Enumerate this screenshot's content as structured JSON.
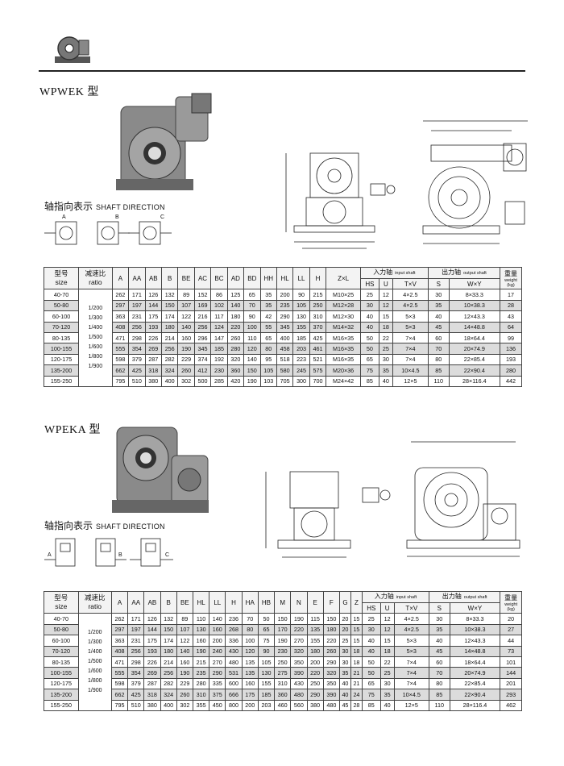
{
  "sections": [
    {
      "title": "WPWEK 型",
      "shaft_cn": "轴指向表示",
      "shaft_en": "SHAFT DIRECTION",
      "shaft_labels": [
        "A",
        "B",
        "C"
      ],
      "table": {
        "h": {
          "model": "型号",
          "size": "size",
          "ratio_cn": "减速比",
          "ratio_en": "ratio",
          "input": "入力轴",
          "input_en": "input shaft",
          "output": "出力轴",
          "output_en": "output shaft",
          "weight_cn": "重量",
          "weight_en": "weight",
          "weight_unit": "(kg)"
        },
        "dims": [
          "A",
          "AA",
          "AB",
          "B",
          "BE",
          "AC",
          "BC",
          "AD",
          "BD",
          "HH",
          "HL",
          "LL",
          "H",
          "Z×L"
        ],
        "in_cols": [
          "HS",
          "U",
          "T×V"
        ],
        "out_cols": [
          "S",
          "W×Y"
        ],
        "ratios": [
          "1/200",
          "1/300",
          "1/400",
          "1/500",
          "1/600",
          "1/800",
          "1/900"
        ],
        "rows": [
          [
            "40-70",
            "262",
            "171",
            "126",
            "132",
            "89",
            "152",
            "86",
            "125",
            "65",
            "35",
            "200",
            "90",
            "215",
            "M10×25",
            "25",
            "12",
            "4×2.5",
            "30",
            "8×33.3",
            "17"
          ],
          [
            "50-80",
            "297",
            "197",
            "144",
            "150",
            "107",
            "169",
            "102",
            "140",
            "70",
            "35",
            "235",
            "105",
            "250",
            "M12×28",
            "30",
            "12",
            "4×2.5",
            "35",
            "10×38.3",
            "28"
          ],
          [
            "60-100",
            "363",
            "231",
            "175",
            "174",
            "122",
            "216",
            "117",
            "180",
            "90",
            "42",
            "290",
            "130",
            "310",
            "M12×30",
            "40",
            "15",
            "5×3",
            "40",
            "12×43.3",
            "43"
          ],
          [
            "70-120",
            "408",
            "256",
            "193",
            "180",
            "140",
            "256",
            "124",
            "220",
            "100",
            "55",
            "345",
            "155",
            "370",
            "M14×32",
            "40",
            "18",
            "5×3",
            "45",
            "14×48.8",
            "64"
          ],
          [
            "80-135",
            "471",
            "298",
            "226",
            "214",
            "160",
            "296",
            "147",
            "260",
            "110",
            "65",
            "400",
            "185",
            "425",
            "M16×35",
            "50",
            "22",
            "7×4",
            "60",
            "18×64.4",
            "99"
          ],
          [
            "100-155",
            "555",
            "354",
            "269",
            "256",
            "190",
            "345",
            "185",
            "280",
            "120",
            "80",
            "458",
            "203",
            "461",
            "M16×35",
            "50",
            "25",
            "7×4",
            "70",
            "20×74.9",
            "136"
          ],
          [
            "120-175",
            "598",
            "379",
            "287",
            "282",
            "229",
            "374",
            "192",
            "320",
            "140",
            "95",
            "518",
            "223",
            "521",
            "M16×35",
            "65",
            "30",
            "7×4",
            "80",
            "22×85.4",
            "193"
          ],
          [
            "135-200",
            "662",
            "425",
            "318",
            "324",
            "260",
            "412",
            "230",
            "360",
            "150",
            "105",
            "580",
            "245",
            "575",
            "M20×36",
            "75",
            "35",
            "10×4.5",
            "85",
            "22×90.4",
            "280"
          ],
          [
            "155-250",
            "795",
            "510",
            "380",
            "400",
            "302",
            "500",
            "285",
            "420",
            "190",
            "103",
            "705",
            "300",
            "700",
            "M24×42",
            "85",
            "40",
            "12×5",
            "110",
            "28×116.4",
            "442"
          ]
        ]
      }
    },
    {
      "title": "WPEKA 型",
      "shaft_cn": "轴指向表示",
      "shaft_en": "SHAFT DIRECTION",
      "shaft_labels": [
        "A",
        "B",
        "C"
      ],
      "table": {
        "h": {
          "model": "型号",
          "size": "size",
          "ratio_cn": "减速比",
          "ratio_en": "ratio",
          "input": "入力轴",
          "input_en": "input shaft",
          "output": "出力轴",
          "output_en": "output shaft",
          "weight_cn": "重量",
          "weight_en": "weight",
          "weight_unit": "(kg)"
        },
        "dims": [
          "A",
          "AA",
          "AB",
          "B",
          "BE",
          "HL",
          "LL",
          "H",
          "HA",
          "HB",
          "M",
          "N",
          "E",
          "F",
          "G",
          "Z"
        ],
        "in_cols": [
          "HS",
          "U",
          "T×V"
        ],
        "out_cols": [
          "S",
          "W×Y"
        ],
        "ratios": [
          "1/200",
          "1/300",
          "1/400",
          "1/500",
          "1/600",
          "1/800",
          "1/900"
        ],
        "rows": [
          [
            "40-70",
            "262",
            "171",
            "126",
            "132",
            "89",
            "110",
            "140",
            "236",
            "70",
            "50",
            "150",
            "190",
            "115",
            "150",
            "20",
            "15",
            "25",
            "12",
            "4×2.5",
            "30",
            "8×33.3",
            "20"
          ],
          [
            "50-80",
            "297",
            "197",
            "144",
            "150",
            "107",
            "130",
            "160",
            "268",
            "80",
            "65",
            "170",
            "220",
            "135",
            "180",
            "20",
            "15",
            "30",
            "12",
            "4×2.5",
            "35",
            "10×38.3",
            "27"
          ],
          [
            "60-100",
            "363",
            "231",
            "175",
            "174",
            "122",
            "160",
            "200",
            "336",
            "100",
            "75",
            "190",
            "270",
            "155",
            "220",
            "25",
            "15",
            "40",
            "15",
            "5×3",
            "40",
            "12×43.3",
            "44"
          ],
          [
            "70-120",
            "408",
            "256",
            "193",
            "180",
            "140",
            "190",
            "240",
            "430",
            "120",
            "90",
            "230",
            "320",
            "180",
            "260",
            "30",
            "18",
            "40",
            "18",
            "5×3",
            "45",
            "14×48.8",
            "73"
          ],
          [
            "80-135",
            "471",
            "298",
            "226",
            "214",
            "160",
            "215",
            "270",
            "480",
            "135",
            "105",
            "250",
            "350",
            "200",
            "290",
            "30",
            "18",
            "50",
            "22",
            "7×4",
            "60",
            "18×64.4",
            "101"
          ],
          [
            "100-155",
            "555",
            "354",
            "269",
            "256",
            "190",
            "235",
            "290",
            "531",
            "135",
            "130",
            "275",
            "390",
            "220",
            "320",
            "35",
            "21",
            "50",
            "25",
            "7×4",
            "70",
            "20×74.9",
            "144"
          ],
          [
            "120-175",
            "598",
            "379",
            "287",
            "282",
            "229",
            "280",
            "335",
            "600",
            "160",
            "155",
            "310",
            "430",
            "250",
            "350",
            "40",
            "21",
            "65",
            "30",
            "7×4",
            "80",
            "22×85.4",
            "201"
          ],
          [
            "135-200",
            "662",
            "425",
            "318",
            "324",
            "260",
            "310",
            "375",
            "666",
            "175",
            "185",
            "360",
            "480",
            "290",
            "390",
            "40",
            "24",
            "75",
            "35",
            "10×4.5",
            "85",
            "22×90.4",
            "293"
          ],
          [
            "155-250",
            "795",
            "510",
            "380",
            "400",
            "302",
            "355",
            "450",
            "800",
            "200",
            "203",
            "460",
            "560",
            "380",
            "480",
            "45",
            "28",
            "85",
            "40",
            "12×5",
            "110",
            "28×116.4",
            "462"
          ]
        ]
      }
    }
  ]
}
